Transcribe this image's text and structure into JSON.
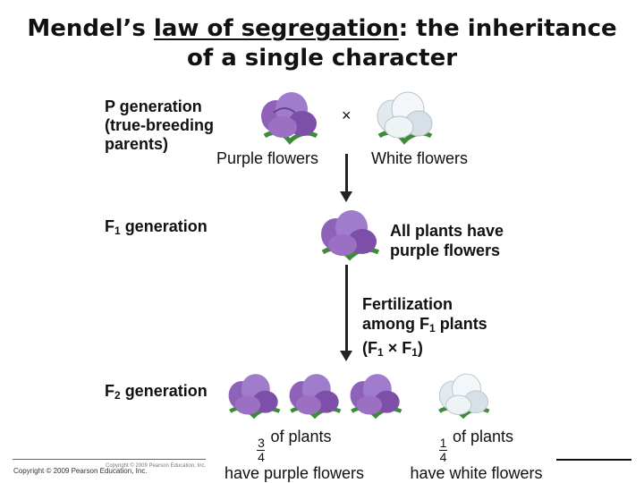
{
  "title": {
    "underlined": "law of segregation",
    "line1_pre": "Mendel’s ",
    "line1_post": ": the inheritance",
    "line2": "of a single character"
  },
  "p_generation": {
    "label_line1": "P generation",
    "label_line2": "(true-breeding",
    "label_line3": "parents)",
    "cross_symbol": "×",
    "purple_label": "Purple flowers",
    "white_label": "White flowers"
  },
  "f1_generation": {
    "label_main": "F",
    "label_sub": "1",
    "label_rest": " generation",
    "note_line1": "All plants have",
    "note_line2": "purple flowers"
  },
  "fertilization": {
    "line1": "Fertilization",
    "line2_pre": "among F",
    "line2_sub": "1",
    "line2_post": " plants",
    "line3_a": "(F",
    "line3_sub1": "1",
    "line3_mid": " × F",
    "line3_sub2": "1",
    "line3_end": ")"
  },
  "f2_generation": {
    "label_main": "F",
    "label_sub": "2",
    "label_rest": " generation",
    "purple_num": "3",
    "purple_den": "4",
    "purple_text1": "of plants",
    "purple_text2": "have purple flowers",
    "white_num": "1",
    "white_den": "4",
    "white_text1": "of plants",
    "white_text2": "have white flowers"
  },
  "copyright": {
    "main": "Copyright © 2009 Pearson Education, Inc.",
    "inner": "Copyright © 2009 Pearson Education, Inc."
  },
  "colors": {
    "purple": "#9b6fc2",
    "purple_dark": "#6a3f95",
    "white_petal": "#eef3f6",
    "leaf": "#3f8a3a"
  }
}
